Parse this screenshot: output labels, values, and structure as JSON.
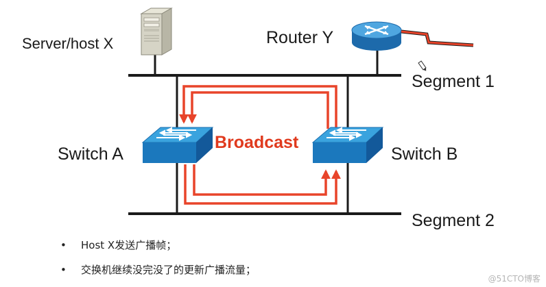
{
  "nodes": {
    "server": "Server/host X",
    "router": "Router Y",
    "switch_a": "Switch A",
    "switch_b": "Switch B"
  },
  "segments": {
    "segment1": "Segment 1",
    "segment2": "Segment 2"
  },
  "broadcast_label": "Broadcast",
  "bullets": [
    "Host X发送广播帧；",
    "交换机继续没完没了的更新广播流量；"
  ],
  "bullet_symbol": "•",
  "watermark": "@51CTO博客",
  "colors": {
    "loop_arrow": "#e8442a",
    "switch_top": "#2f9bd6",
    "switch_front": "#1672b8",
    "router_body": "#2e86c8",
    "line": "#1a1a1a"
  }
}
